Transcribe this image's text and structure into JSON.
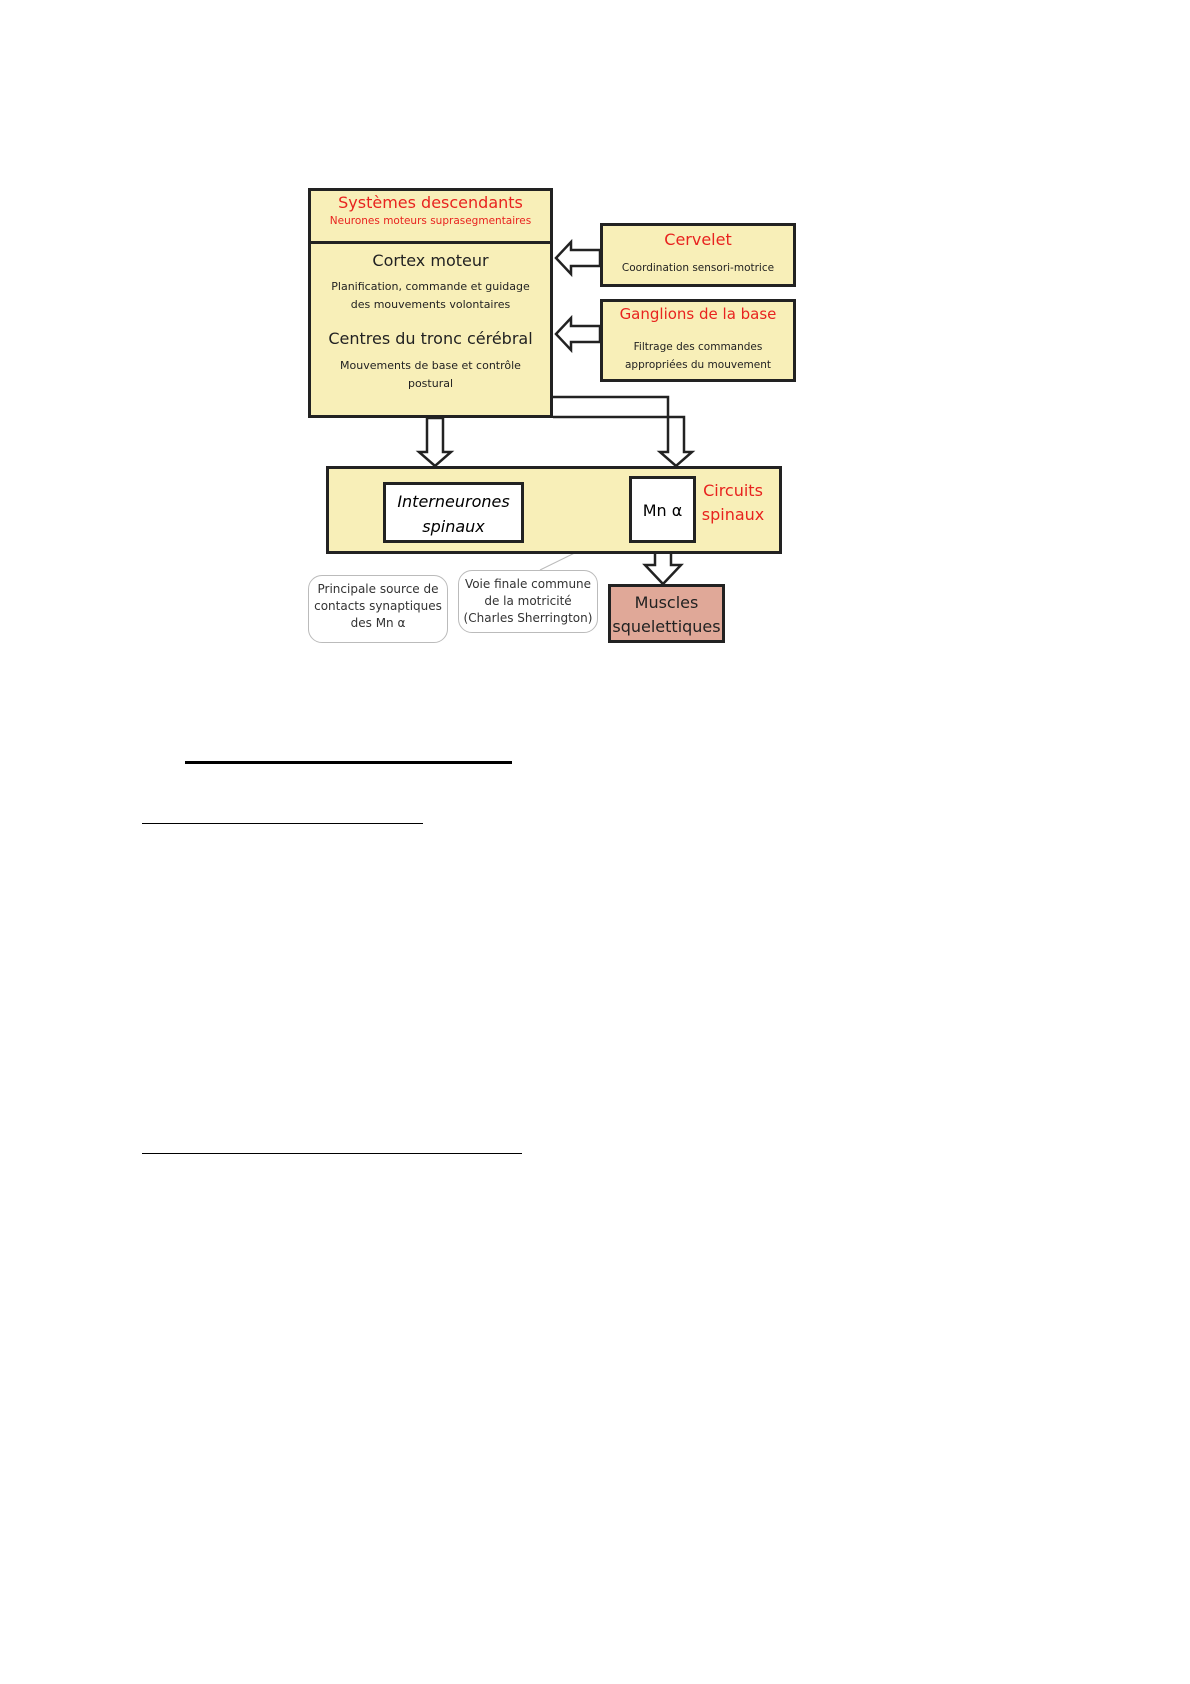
{
  "diagram": {
    "descending": {
      "title": "Systèmes descendants",
      "subtitle": "Neurones moteurs suprasegmentaires"
    },
    "cortex": {
      "title": "Cortex moteur",
      "desc": [
        "Planification, commande et guidage",
        "des mouvements volontaires"
      ]
    },
    "brainstem": {
      "title": "Centres du tronc cérébral",
      "desc": [
        "Mouvements de base et contrôle",
        "postural"
      ]
    },
    "cerebellum": {
      "title": "Cervelet",
      "desc": "Coordination sensori-motrice"
    },
    "basal_ganglia": {
      "title": "Ganglions de la base",
      "desc": [
        "Filtrage des commandes",
        "appropriées du mouvement"
      ]
    },
    "interneurons": [
      "Interneurones",
      "spinaux"
    ],
    "motoneuron": "Mn α",
    "spinal_circuits": [
      "Circuits",
      "spinaux"
    ],
    "muscles": [
      "Muscles",
      "squelettiques"
    ],
    "callout_left": [
      "Principale source de",
      "contacts synaptiques",
      "des Mn α"
    ],
    "callout_right": [
      "Voie finale commune",
      "de la motricité",
      "(Charles Sherrington)"
    ],
    "colors": {
      "box_fill": "#f8efb8",
      "title_red": "#e8231f",
      "muscle_fill": "#e0a898"
    }
  }
}
